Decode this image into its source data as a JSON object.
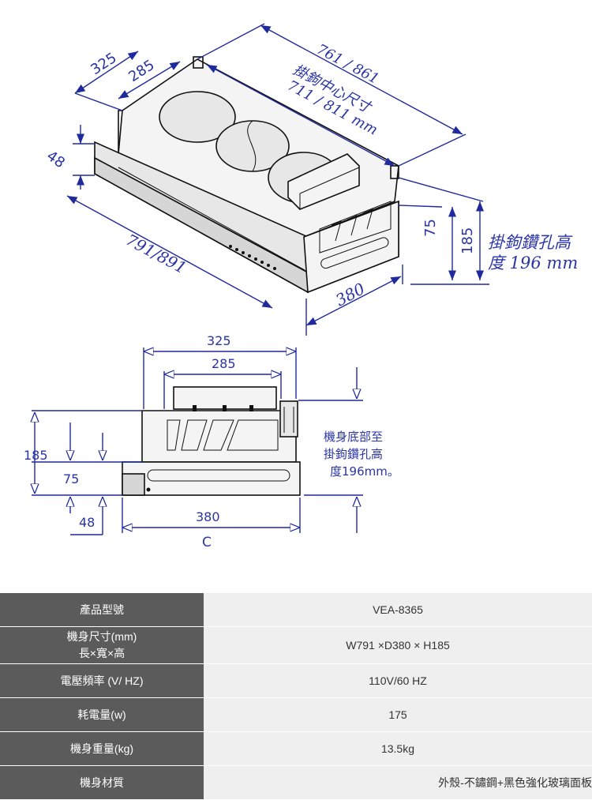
{
  "diagram": {
    "top_view": {
      "dim_761_861": "761 / 861",
      "dim_hook_center_label": "掛鉤中心尺寸",
      "dim_711_811": "711 / 811 mm",
      "dim_325": "325",
      "dim_285": "285",
      "dim_48": "48",
      "dim_791_891": "791/891",
      "dim_380": "380",
      "dim_75": "75",
      "dim_185": "185",
      "hook_hole_note_line1": "掛鉤鑽孔高",
      "hook_hole_note_line2": "度  196  mm"
    },
    "side_view": {
      "dim_325": "325",
      "dim_285": "285",
      "dim_185": "185",
      "dim_75": "75",
      "dim_48": "48",
      "dim_380": "380",
      "dim_c": "C",
      "note_line1": "機身底部至",
      "note_line2": "掛鉤鑽孔高",
      "note_line3": "度196mm。"
    }
  },
  "specs": [
    {
      "label_lines": [
        "產品型號"
      ],
      "value": "VEA-8365"
    },
    {
      "label_lines": [
        "機身尺寸(mm)",
        "長×寬×高"
      ],
      "value": "W791 ×D380 × H185"
    },
    {
      "label_lines": [
        "電壓頻率 (V/ HZ)"
      ],
      "value": "110V/60 HZ"
    },
    {
      "label_lines": [
        "耗電量(w)"
      ],
      "value": "175"
    },
    {
      "label_lines": [
        "機身重量(kg)"
      ],
      "value": "13.5kg"
    },
    {
      "label_lines": [
        "機身材質"
      ],
      "value": "外殼-不鏽鋼+黑色強化玻璃面板"
    }
  ]
}
